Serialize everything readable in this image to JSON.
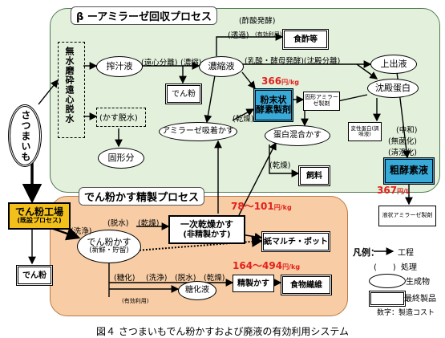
{
  "regions": {
    "beta_amylase": "β ーアミラーゼ回収プロセス",
    "starch_refine": "でん粉かす精製プロセス"
  },
  "nodes": {
    "sweet_potato": "さつまいも",
    "anhydrous_vertical": "無水磨砕遠心脱水",
    "press_juice": "搾汁液",
    "kasu_dewater": "(かす脱水)",
    "solid": "固形分",
    "starch_product_top": "でん粉",
    "concentrate": "濃縮液",
    "amylase_adsorbed": "アミラーゼ吸着かす",
    "vinegar": "食酢等",
    "powder_enzyme": "粉末状\n酵素製剤",
    "solid_amylase": "固形アミラーゼ製剤",
    "supernatant": "上出液",
    "precipitated_protein": "沈殿蛋白",
    "denatured_protein": "変性蛋白(調味液)",
    "protein_mix": "蛋白混合かす",
    "feed": "飼料",
    "crude_enzyme": "粗酵素液",
    "liquid_amylase": "液状アミラーゼ製剤",
    "starch_factory_line1": "でん粉工場",
    "starch_factory_line2": "(既設プロセス)",
    "starch_product_bottom": "でん粉",
    "starch_kasu_line1": "でん粉かす",
    "starch_kasu_line2": "(新鮮・貯留)",
    "primary_dry_line1": "一次乾燥かす",
    "primary_dry_line2": "(非精製かす)",
    "paper_mulch": "紙マルチ・ポット",
    "saccharified": "糖化液",
    "refined_kasu": "精製かす",
    "dietary_fiber": "食物繊維"
  },
  "process_labels": {
    "acetic": "(酢酸発酵)",
    "dialysis": "(透過)",
    "effective_use": "(有効利用)",
    "centrifuge": "(遠心分離)",
    "concentrate_op": "(濃縮)",
    "lactic": "(乳酸・酵母発酵)(沈殿分離)",
    "neutralize": "(中和)",
    "sterile_filter": "(無菌化)",
    "clarify": "(清澄化)",
    "dry1": "(乾燥)",
    "dry2": "(乾燥)",
    "wash": "(洗浄)",
    "dewater": "(脱水)",
    "dry3": "(乾燥)",
    "saccharify": "(糖化)",
    "wash2": "(洗浄)",
    "dewater2": "(脱水)",
    "dry4": "(乾燥)",
    "effective_use2": "(有効利用)"
  },
  "costs": {
    "c366": "366",
    "c366_unit": "円/kg",
    "c367": "367",
    "c367_unit": "円/L",
    "c78": "78〜101",
    "c78_unit": "円/kg",
    "c164": "164〜494",
    "c164_unit": "円/kg"
  },
  "legend": {
    "title": "凡例：",
    "process_arrow": "工程",
    "treatment_paren": "(　　)",
    "treatment": "処理",
    "product": "生成物",
    "final_product": "最終製品",
    "numbers": "数字：製造コスト"
  },
  "caption": "図４ さつまいもでん粉かすおよび廃液の有効利用システム",
  "colors": {
    "green_region": "#e3f1dc",
    "orange_region": "#f8cda5",
    "enzyme_blue": "#39a9d8",
    "factory_gold": "#f3c01b",
    "cost_red": "#e3201b"
  }
}
